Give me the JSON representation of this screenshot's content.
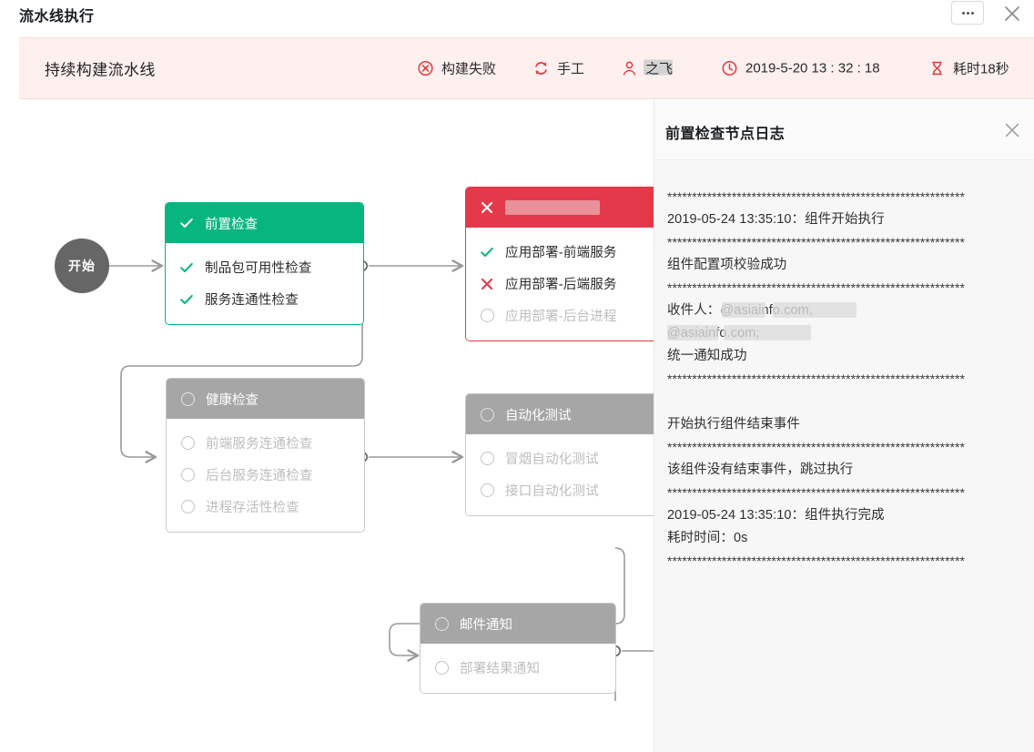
{
  "window": {
    "title": "流水线执行",
    "more_icon": "more-horizontal-icon",
    "close_icon": "close-icon"
  },
  "banner": {
    "pipeline_name": "持续构建流水线",
    "accent_color": "#e4393c",
    "background": "#fdf0ef",
    "status": {
      "icon": "error-circle-icon",
      "label": "构建失败"
    },
    "trigger": {
      "icon": "refresh-icon",
      "label": "手工"
    },
    "user": {
      "icon": "user-icon",
      "label": "之飞",
      "redacted": true
    },
    "time": {
      "icon": "clock-icon",
      "label": "2019-5-20 13 : 32 : 18"
    },
    "duration": {
      "icon": "hourglass-icon",
      "label": "耗时18秒"
    }
  },
  "pipeline": {
    "start_label": "开始",
    "nodes": [
      {
        "id": "precheck",
        "state": "success",
        "header_icon": "check-icon",
        "header_label": "前置检查",
        "rows": [
          {
            "icon": "check-icon",
            "state": "success",
            "label": "制品包可用性检查"
          },
          {
            "icon": "check-icon",
            "state": "success",
            "label": "服务连通性检查"
          }
        ]
      },
      {
        "id": "deploy",
        "state": "failed",
        "header_icon": "cross-icon",
        "header_label": "",
        "header_redacted": true,
        "rows": [
          {
            "icon": "check-icon",
            "state": "success",
            "label": "应用部署-前端服务"
          },
          {
            "icon": "cross-icon",
            "state": "failed",
            "label": "应用部署-后端服务"
          },
          {
            "icon": "circle-icon",
            "state": "pending",
            "label": "应用部署-后台进程"
          }
        ]
      },
      {
        "id": "health",
        "state": "pending",
        "header_icon": "circle-icon",
        "header_label": "健康检查",
        "rows": [
          {
            "icon": "circle-icon",
            "state": "pending",
            "label": "前端服务连通检查"
          },
          {
            "icon": "circle-icon",
            "state": "pending",
            "label": "后台服务连通检查"
          },
          {
            "icon": "circle-icon",
            "state": "pending",
            "label": "进程存活性检查"
          }
        ]
      },
      {
        "id": "autotest",
        "state": "pending",
        "header_icon": "circle-icon",
        "header_label": "自动化测试",
        "rows": [
          {
            "icon": "circle-icon",
            "state": "pending",
            "label": "冒烟自动化测试"
          },
          {
            "icon": "circle-icon",
            "state": "pending",
            "label": "接口自动化测试"
          }
        ]
      },
      {
        "id": "mail",
        "state": "pending",
        "header_icon": "circle-icon",
        "header_label": "邮件通知",
        "rows": [
          {
            "icon": "circle-icon",
            "state": "pending",
            "label": "部署结果通知"
          }
        ]
      }
    ],
    "colors": {
      "success": "#06b67e",
      "failed": "#e4394a",
      "pending": "#a6a6a6",
      "wire": "#9a9a9a",
      "start": "#666666"
    }
  },
  "log_drawer": {
    "title": "前置检查节点日志",
    "close_icon": "close-icon",
    "lines": [
      {
        "type": "stars",
        "text": "************************************************************"
      },
      {
        "type": "text",
        "text": "2019-05-24 13:35:10：组件开始执行"
      },
      {
        "type": "stars",
        "text": "************************************************************"
      },
      {
        "type": "text",
        "text": "组件配置项校验成功"
      },
      {
        "type": "stars",
        "text": "************************************************************"
      },
      {
        "type": "mail",
        "text": "收件人：",
        "redacted_1": "@asiainfo.com,",
        "redacted_2": "@asiainfo.com;"
      },
      {
        "type": "text",
        "text": "统一通知成功"
      },
      {
        "type": "stars",
        "text": "************************************************************"
      },
      {
        "type": "gap",
        "text": ""
      },
      {
        "type": "text",
        "text": "开始执行组件结束事件"
      },
      {
        "type": "stars",
        "text": "************************************************************"
      },
      {
        "type": "text",
        "text": "该组件没有结束事件，跳过执行"
      },
      {
        "type": "stars",
        "text": "************************************************************"
      },
      {
        "type": "text",
        "text": "2019-05-24 13:35:10：组件执行完成"
      },
      {
        "type": "text",
        "text": "耗时时间：0s"
      },
      {
        "type": "stars",
        "text": "************************************************************"
      }
    ]
  }
}
